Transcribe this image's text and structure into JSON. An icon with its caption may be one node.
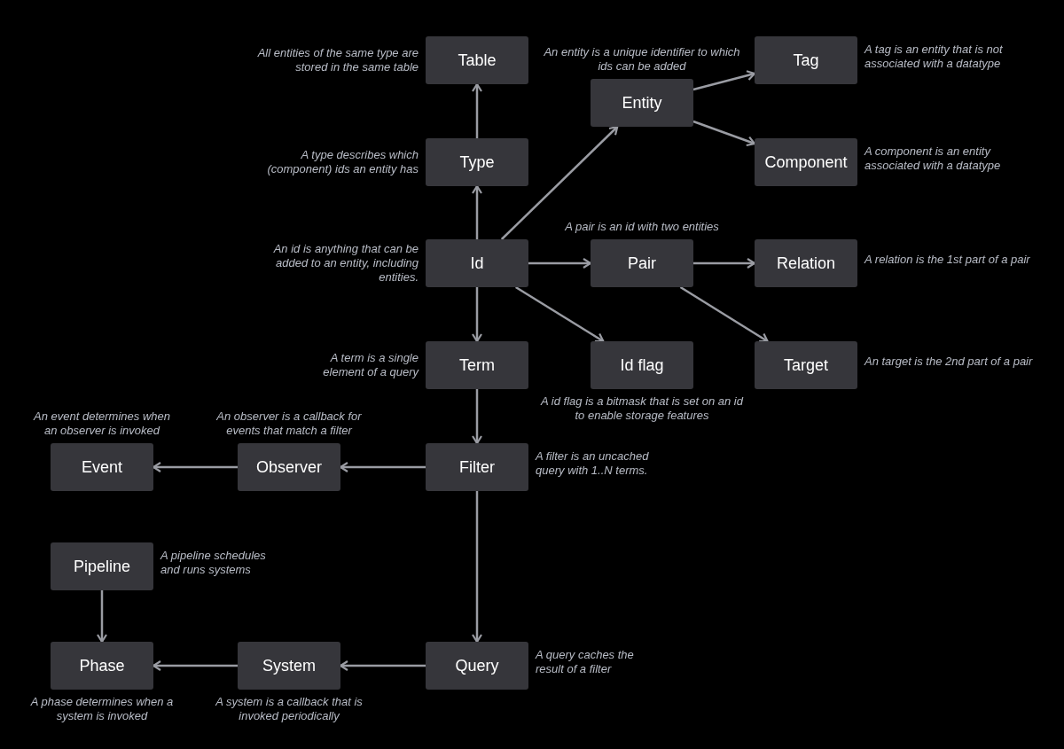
{
  "diagram": {
    "nodes": [
      {
        "text": [
          "Table"
        ],
        "beside": [
          "All entities of the same type are stored in the same table"
        ]
      },
      {
        "text": [
          "Tag"
        ],
        "beside": [
          "A tag is an entity that is not associated with a datatype"
        ]
      },
      {
        "text": [
          "Entity"
        ],
        "beside": [
          "An entity is a unique identifier to which ids can be added"
        ]
      },
      {
        "text": [
          "Type"
        ],
        "beside": [
          "A type describes which (component) ids an entity has"
        ]
      },
      {
        "text": [
          "Component"
        ],
        "beside": [
          "A component is an entity associated with a datatype"
        ]
      },
      {
        "text": [
          "Id"
        ],
        "beside": [
          "An id is anything that can be added to an entity, including entities."
        ]
      },
      {
        "text": [
          "Pair"
        ],
        "beside": [
          "A pair is an id with two entities"
        ]
      },
      {
        "text": [
          "Relation"
        ],
        "beside": [
          "A relation is the 1st part of a pair"
        ]
      },
      {
        "text": [
          "Term"
        ],
        "beside": [
          "A term is a single element of a query"
        ]
      },
      {
        "text": [
          "Id flag"
        ],
        "beside": [
          "A id flag is a bitmask that is set on an id to enable storage features"
        ]
      },
      {
        "text": [
          "Target"
        ],
        "beside": [
          "An target is the 2nd part of a pair"
        ]
      },
      {
        "text": [
          "Event"
        ],
        "beside": [
          "An event determines when an observer is invoked"
        ]
      },
      {
        "text": [
          "Observer"
        ],
        "beside": [
          "An observer is a callback for events that match a filter"
        ]
      },
      {
        "text": [
          "Filter"
        ],
        "beside": [
          "A filter is an uncached query with 1..N terms."
        ]
      },
      {
        "text": [
          "Pipeline"
        ],
        "beside": [
          "A pipeline schedules and runs systems"
        ]
      },
      {
        "text": [
          "Phase"
        ],
        "beside": [
          "A phase determines when a system is invoked"
        ]
      },
      {
        "text": [
          "System"
        ],
        "beside": [
          "A system is a callback that is invoked periodically"
        ]
      },
      {
        "text": [
          "Query"
        ],
        "beside": [
          "A query caches the result of a filter"
        ]
      }
    ],
    "edges": [
      {
        "from": 3,
        "to": 0,
        "arrow": "to"
      },
      {
        "from": 5,
        "to": 3,
        "arrow": "to"
      },
      {
        "from": 5,
        "to": 2,
        "arrow": "to"
      },
      {
        "from": 2,
        "to": 1,
        "arrow": "to"
      },
      {
        "from": 2,
        "to": 4,
        "arrow": "to"
      },
      {
        "from": 5,
        "to": 6,
        "arrow": "to"
      },
      {
        "from": 6,
        "to": 7,
        "arrow": "to"
      },
      {
        "from": 6,
        "to": 10,
        "arrow": "to"
      },
      {
        "from": 5,
        "to": 9,
        "arrow": "to"
      },
      {
        "from": 5,
        "to": 8,
        "arrow": "to"
      },
      {
        "from": 8,
        "to": 13,
        "arrow": "to"
      },
      {
        "from": 13,
        "to": 12,
        "arrow": "to"
      },
      {
        "from": 12,
        "to": 11,
        "arrow": "to"
      },
      {
        "from": 13,
        "to": 17,
        "arrow": "to"
      },
      {
        "from": 17,
        "to": 16,
        "arrow": "to"
      },
      {
        "from": 16,
        "to": 15,
        "arrow": "to"
      },
      {
        "from": 14,
        "to": 15,
        "arrow": "to"
      }
    ]
  }
}
